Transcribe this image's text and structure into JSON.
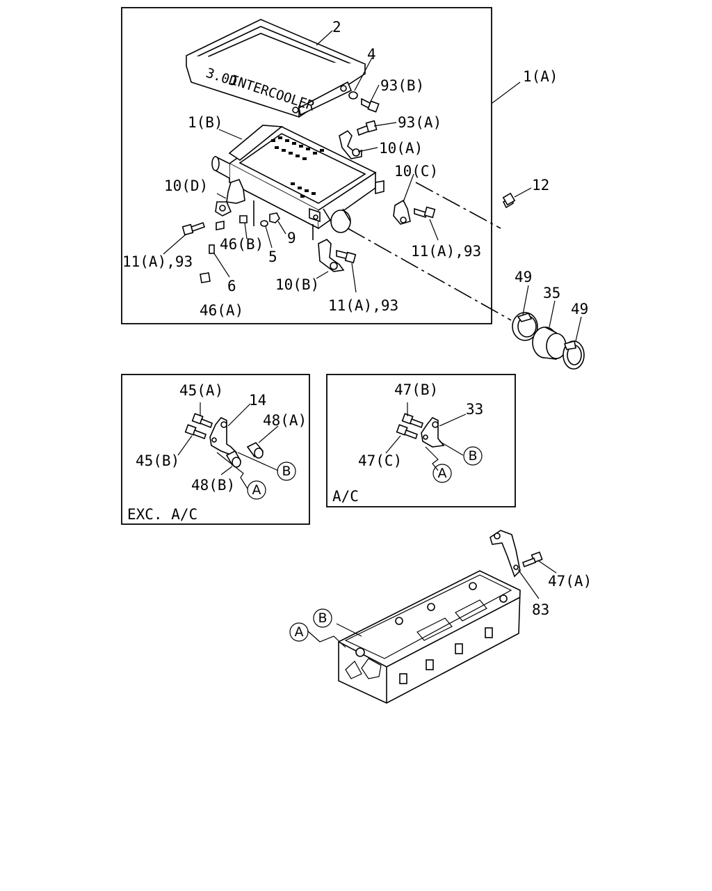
{
  "panels": {
    "main": {
      "labels": [
        "2",
        "4",
        "93(B)",
        "93(A)",
        "1(A)",
        "1(B)",
        "10(A)",
        "10(C)",
        "12",
        "10(D)",
        "9",
        "46(B)",
        "5",
        "11(A),93",
        "11(A),93",
        "11(A),93",
        "6",
        "10(B)",
        "46(A)",
        "49",
        "35",
        "49"
      ]
    },
    "exc_ac": {
      "title": "EXC. A/C",
      "labels": [
        "45(A)",
        "14",
        "48(A)",
        "45(B)",
        "48(B)"
      ]
    },
    "ac": {
      "title": "A/C",
      "labels": [
        "47(B)",
        "33",
        "47(C)"
      ]
    },
    "engine": {
      "labels": [
        "47(A)",
        "83"
      ]
    }
  },
  "callouts": {
    "A": "A",
    "B": "B"
  }
}
